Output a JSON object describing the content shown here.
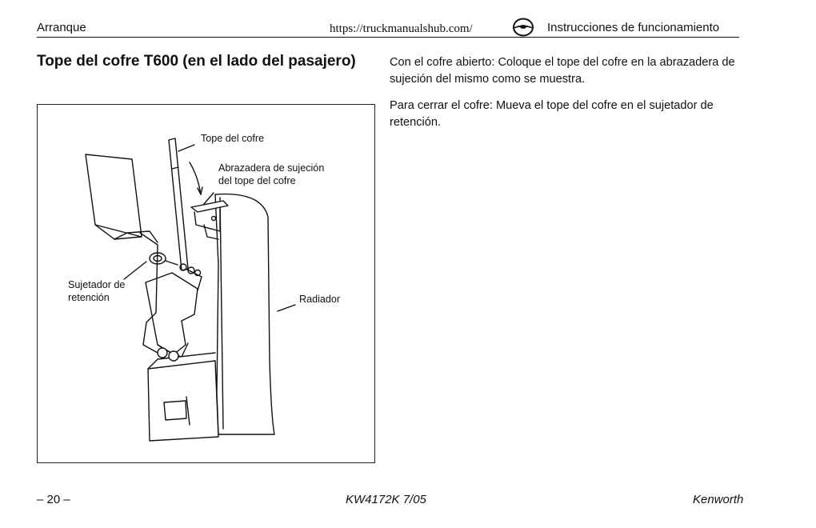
{
  "header": {
    "section": "Arranque",
    "url": "https://truckmanualshub.com/",
    "icon": "steering-wheel-icon",
    "chapter": "Instrucciones de funcionamiento"
  },
  "title": "Tope del cofre T600 (en el lado del pasajero)",
  "paragraphs": [
    "Con el cofre abierto: Coloque el tope del cofre en la abrazadera de sujeción del mismo como se muestra.",
    "Para cerrar el cofre: Mueva el tope del cofre en el sujetador de retención."
  ],
  "figure": {
    "labels": {
      "hood_stop": "Tope del cofre",
      "clamp": "Abrazadera de sujeción\ndel tope del cofre",
      "retainer": "Sujetador de\nretención",
      "radiator": "Radiador"
    }
  },
  "footer": {
    "page": "– 20 –",
    "doc_code": "KW4172K 7/05",
    "brand": "Kenworth"
  }
}
